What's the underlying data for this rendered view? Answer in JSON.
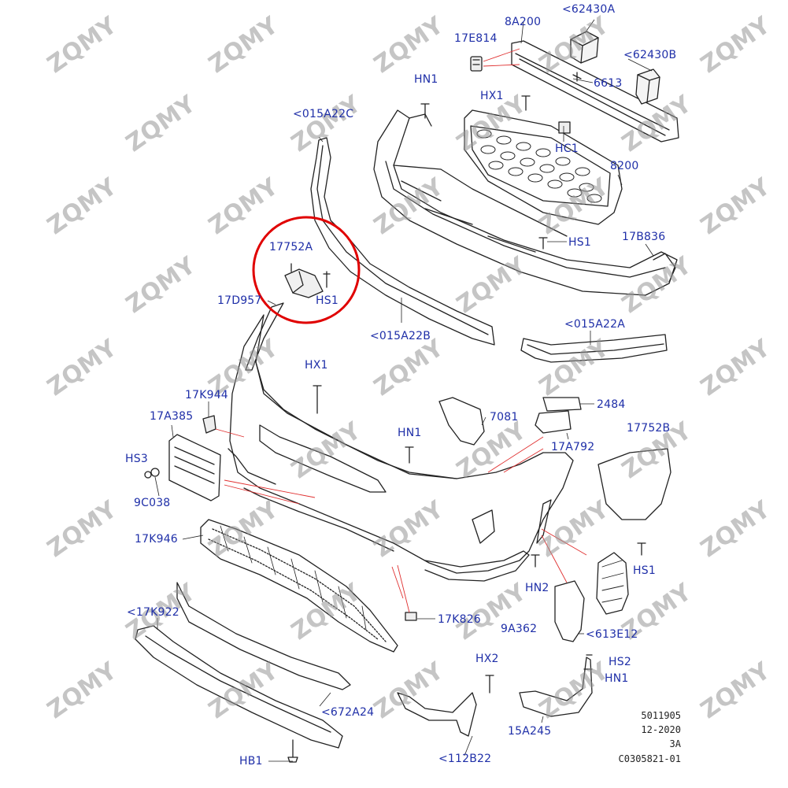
{
  "watermark": "ZQMY",
  "colors": {
    "label": "#1f2fa8",
    "line": "#222222",
    "leader": "#e03030",
    "highlight": "#e00000"
  },
  "labels": {
    "l_62430A": "<62430A",
    "l_8A200": "8A200",
    "l_17E814": "17E814",
    "l_62430B": "<62430B",
    "l_6613": "6613",
    "l_HN1_top": "HN1",
    "l_HX1_top": "HX1",
    "l_015A22C": "<015A22C",
    "l_HC1": "HC1",
    "l_8200": "8200",
    "l_17752A": "17752A",
    "l_HS1_grille": "HS1",
    "l_17B836": "17B836",
    "l_HS1_circle": "HS1",
    "l_17D957": "17D957",
    "l_015A22B": "<015A22B",
    "l_015A22A": "<015A22A",
    "l_HX1_mid": "HX1",
    "l_17K944": "17K944",
    "l_17A385": "17A385",
    "l_2484": "2484",
    "l_7081": "7081",
    "l_17752B": "17752B",
    "l_HN1_mid": "HN1",
    "l_17A792": "17A792",
    "l_HS3": "HS3",
    "l_9C038": "9C038",
    "l_17K946": "17K946",
    "l_HS1_right": "HS1",
    "l_HN2": "HN2",
    "l_17K922": "<17K922",
    "l_17K826": "17K826",
    "l_9A362": "9A362",
    "l_613E12": "<613E12",
    "l_HX2": "HX2",
    "l_HS2": "HS2",
    "l_HN1_low": "HN1",
    "l_672A24": "<672A24",
    "l_15A245": "15A245",
    "l_HB1": "HB1",
    "l_112B22": "<112B22"
  },
  "footer": {
    "line1": "5011905",
    "line2": "12-2020",
    "line3": "3A",
    "line4": "C0305821-01"
  }
}
